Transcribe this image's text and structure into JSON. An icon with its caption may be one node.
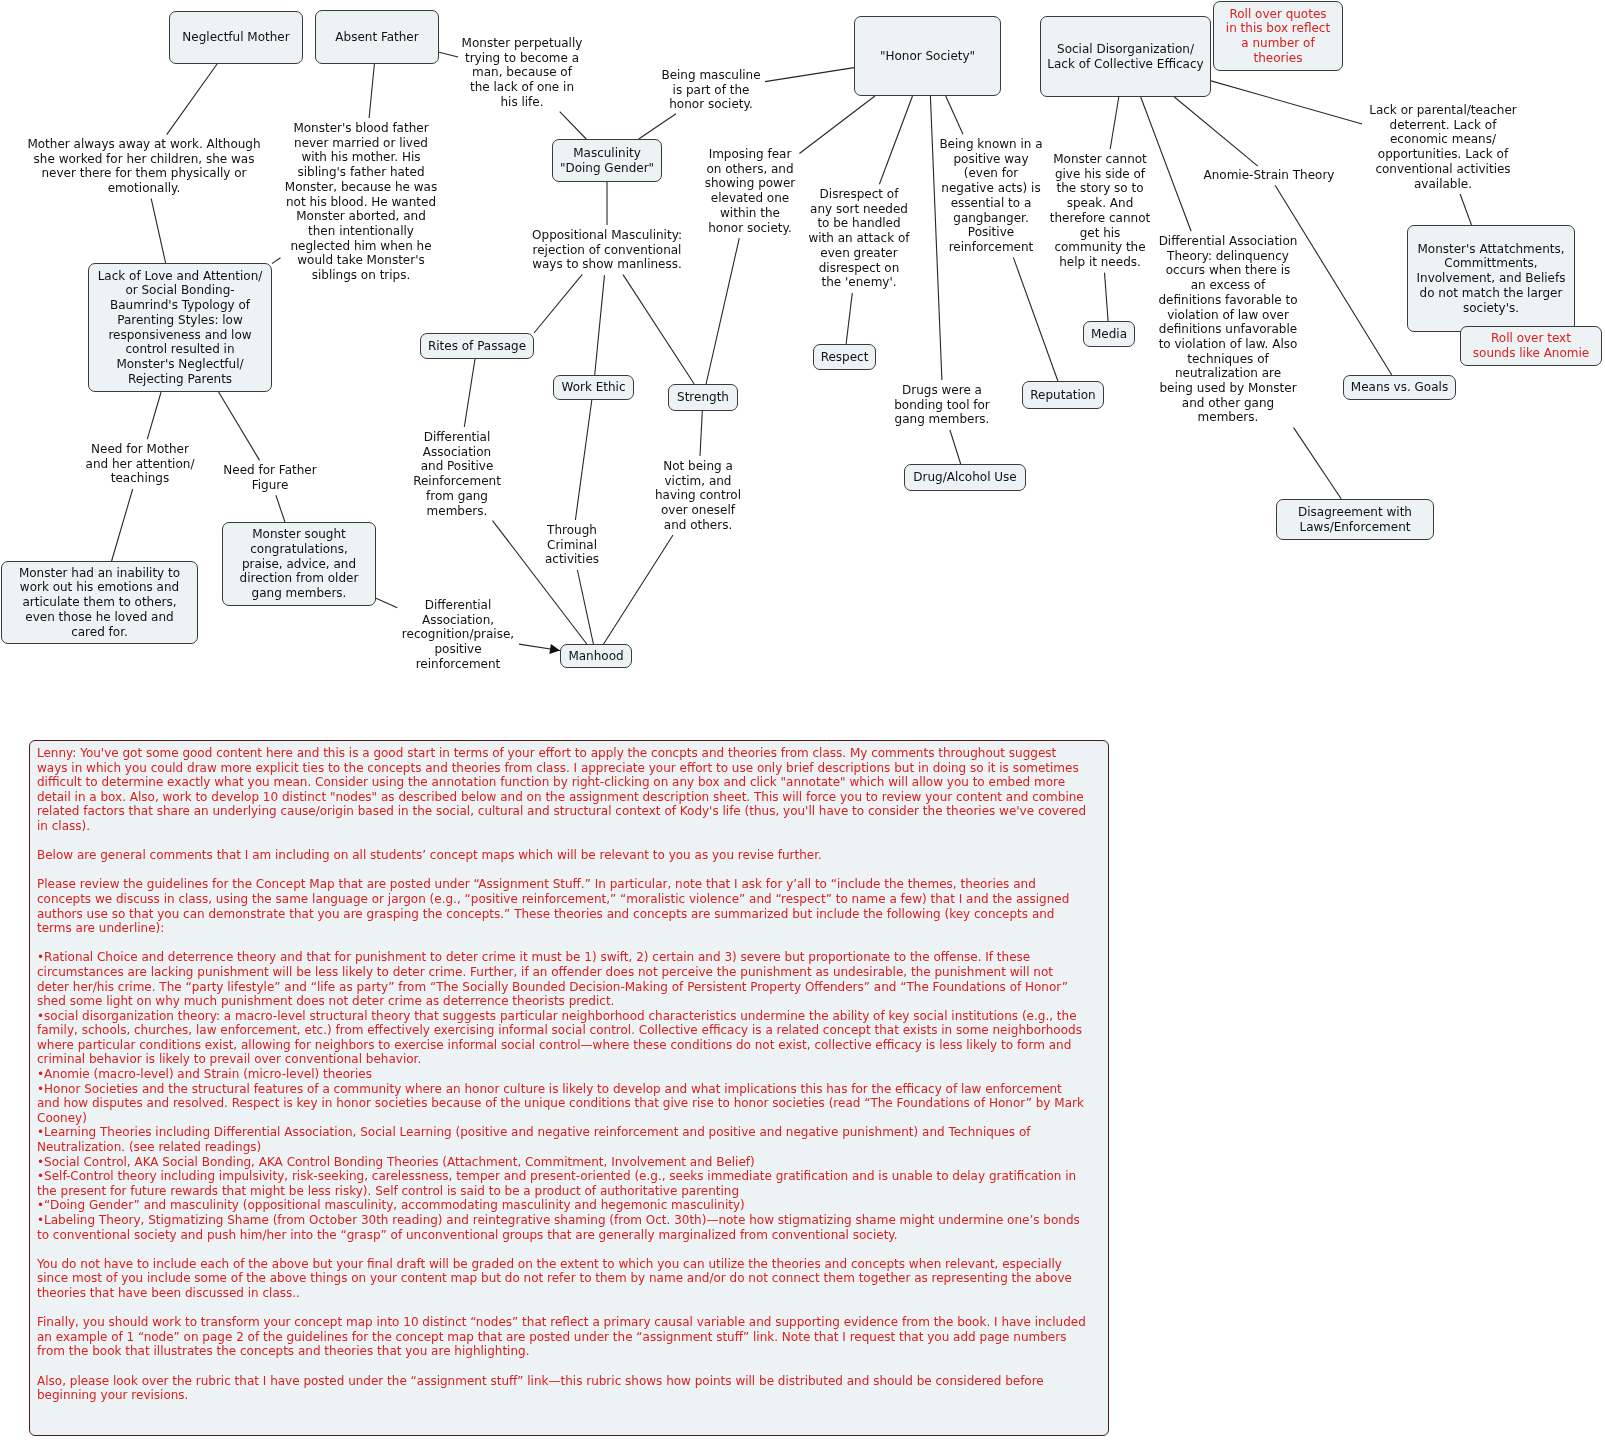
{
  "diagram": {
    "nodes": [
      {
        "text": [
          "Neglectful Mother"
        ]
      },
      {
        "text": [
          "Absent Father"
        ]
      },
      {
        "text": [
          "Monster perpetually trying to become a man, because of the lack of one in his life."
        ]
      },
      {
        "text": [
          "Being masculine is part of the honor society."
        ]
      },
      {
        "text": [
          "\"Honor Society\""
        ]
      },
      {
        "text": [
          "Social Disorganization/ Lack of Collective Efficacy"
        ]
      },
      {
        "text": [
          "Roll over quotes in this box reflect a number of theories"
        ]
      },
      {
        "text": [
          "Lack or parental/teacher deterrent. Lack of economic means/ opportunities. Lack of conventional activities available."
        ]
      },
      {
        "text": [
          "Mother always away at work. Although she worked for her children, she was never there for them physically or emotionally."
        ]
      },
      {
        "text": [
          "Monster's blood father never married or lived with his mother. His sibling's father hated Monster, because he was not his blood. He wanted Monster aborted, and then intentionally neglected him when he would take Monster's siblings on trips."
        ]
      },
      {
        "text": [
          "Masculinity \"Doing Gender\""
        ]
      },
      {
        "text": [
          "Imposing fear on others, and showing power elevated one within the honor society."
        ]
      },
      {
        "text": [
          "Being known in a positive way (even for negative acts) is essential to a gangbanger. Positive reinforcement"
        ]
      },
      {
        "text": [
          "Monster cannot give his side of the story so to speak. And therefore cannot get his community the help it needs."
        ]
      },
      {
        "text": [
          "Anomie-Strain Theory"
        ]
      },
      {
        "text": [
          "Disrespect of any sort needed to be handled with an attack of even greater disrespect on the 'enemy'."
        ]
      },
      {
        "text": [
          "Oppositional Masculinity: rejection of conventional ways to show manliness."
        ]
      },
      {
        "text": [
          "Monster's Attatchments, Committments, Involvement, and Beliefs do not match the larger society's."
        ]
      },
      {
        "text": [
          "Differential Association Theory: delinquency occurs when there is an excess of definitions favorable to violation of law over definitions unfavorable to violation of law. Also techniques of neutralization are being used by Monster and other gang members."
        ]
      },
      {
        "text": [
          "Lack of Love and Attention/ or Social Bonding- Baumrind's Typology of Parenting Styles: low responsiveness and low control resulted in Monster's Neglectful/ Rejecting Parents"
        ]
      },
      {
        "text": [
          "Roll over text sounds like Anomie"
        ]
      },
      {
        "text": [
          "Rites of Passage"
        ]
      },
      {
        "text": [
          "Media"
        ]
      },
      {
        "text": [
          "Respect"
        ]
      },
      {
        "text": [
          "Work Ethic"
        ]
      },
      {
        "text": [
          "Means vs. Goals"
        ]
      },
      {
        "text": [
          "Reputation"
        ]
      },
      {
        "text": [
          "Strength"
        ]
      },
      {
        "text": [
          "Drugs were a bonding tool for gang members."
        ]
      },
      {
        "text": [
          "Differential Association and Positive Reinforcement from gang members."
        ]
      },
      {
        "text": [
          "Need for Mother and her attention/ teachings"
        ]
      },
      {
        "text": [
          "Drug/Alcohol Use"
        ]
      },
      {
        "text": [
          "Need for Father Figure"
        ]
      },
      {
        "text": [
          "Not being a victim, and having control over oneself and others."
        ]
      },
      {
        "text": [
          "Disagreement with Laws/Enforcement"
        ]
      },
      {
        "text": [
          "Monster sought congratulations, praise, advice, and direction from older gang members."
        ]
      },
      {
        "text": [
          "Through Criminal activities"
        ]
      },
      {
        "text": [
          "Monster had an inability to work out his emotions and articulate them to others, even those he loved and cared for."
        ]
      },
      {
        "text": [
          "Differential Association, recognition/praise, positive reinforcement"
        ]
      },
      {
        "text": [
          "Manhood"
        ]
      },
      {
        "text": [
          "Lenny: You've got some good content here and this is a good start in terms of your effort to apply the concpts and theories from class. My comments throughout suggest ways in which you could draw more explicit ties to the concepts and theories from class. I appreciate your effort to use only brief descriptions but in doing so it is sometimes difficult to determine exactly what you mean. Consider using the annotation function by right-clicking on any box and click \"annotate\" which will allow you to embed more detail in a box. Also, work to develop 10 distinct \"nodes\" as described below and on the assignment description sheet. This will force you to review your content and combine related factors that share an underlying cause/origin based in the social, cultural and structural context of Kody's life (thus, you'll have to consider the theories we've covered in class).",
          "Below are general comments that I am including on all students’ concept maps which will be relevant to you as you revise further.",
          "Please review the guidelines for the Concept Map that are posted under “Assignment Stuff.” In particular, note that I ask for y’all to “include the themes, theories and concepts we discuss in class, using the same language or jargon (e.g., “positive reinforcement,” “moralistic violence” and “respect” to name a few) that I and the assigned authors use so that you can demonstrate that you are grasping the concepts.” These theories and concepts are summarized but include the following (key concepts and terms are underline):",
          "•Rational Choice and deterrence theory and that for punishment to deter crime it must be 1) swift, 2) certain and 3) severe but proportionate to the offense. If these circumstances are lacking punishment will be less likely to deter crime. Further, if an offender does not perceive the punishment as undesirable, the punishment will not deter her/his crime. The “party lifestyle” and “life as party” from “The Socially Bounded Decision-Making of Persistent Property Offenders” and “The Foundations of Honor” shed some light on why much punishment does not deter crime as deterrence theorists predict.",
          "•social disorganization theory: a macro-level structural theory that suggests particular neighborhood characteristics undermine the ability of key social institutions (e.g., the family, schools, churches, law enforcement, etc.) from effectively exercising informal social control. Collective efficacy is a related concept that exists in some neighborhoods where particular conditions exist, allowing for neighbors to exercise informal social control—where these conditions do not exist, collective efficacy is less likely to form and criminal behavior is likely to prevail over conventional behavior.",
          "•Anomie (macro-level) and Strain (micro-level) theories",
          "•Honor Societies and the structural features of a community where an honor culture is likely to develop and what implications this has for the efficacy of law enforcement and how disputes and resolved. Respect is key in honor societies because of the unique conditions that give rise to honor societies (read “The Foundations of Honor” by Mark Cooney)",
          "•Learning Theories including Differential Association, Social Learning (positive and negative reinforcement and positive and negative punishment) and Techniques of Neutralization. (see related readings)",
          "•Social Control, AKA Social Bonding, AKA Control Bonding Theories (Attachment, Commitment, Involvement and Belief)",
          "•Self-Control theory including impulsivity, risk-seeking, carelessness, temper and present-oriented (e.g., seeks immediate gratification and is unable to delay gratification in the present for future rewards that might be less risky). Self control is said to be a product of authoritative parenting",
          "•“Doing Gender” and masculinity (oppositional masculinity, accommodating masculinity and hegemonic masculinity)",
          "•Labeling Theory, Stigmatizing Shame (from October 30th reading) and reintegrative shaming (from Oct. 30th)—note how stigmatizing shame might undermine one’s bonds to conventional society and push him/her into the “grasp” of unconventional groups that are generally marginalized from conventional society.",
          "You do not have to include each of the above but your final draft will be graded on the extent to which you can utilize the theories and concepts when relevant, especially since most of you include some of the above things on your content map but do not refer to them by name and/or do not connect them together as representing the above theories that have been discussed in class..",
          "Finally, you should work to transform your concept map into 10 distinct “nodes” that reflect a primary causal variable and supporting evidence from the book. I have included an example of 1 “node” on page 2 of the guidelines for the concept map that are posted under the “assignment stuff” link. Note that I request that you add page numbers from the book that illustrates the concepts and theories that you are highlighting.",
          "Also, please look over the rubric that I have posted under the “assignment stuff” link—this rubric shows how points will be distributed and should be considered before beginning your revisions."
        ]
      }
    ],
    "edges": [
      {
        "from": 0,
        "to": 8,
        "arrow": "none"
      },
      {
        "from": 8,
        "to": 19,
        "arrow": "none"
      },
      {
        "from": 1,
        "to": 9,
        "arrow": "none"
      },
      {
        "from": 9,
        "to": 19,
        "arrow": "none"
      },
      {
        "from": 1,
        "to": 2,
        "arrow": "none"
      },
      {
        "from": 2,
        "to": 10,
        "arrow": "none"
      },
      {
        "from": 4,
        "to": 3,
        "arrow": "none"
      },
      {
        "from": 3,
        "to": 10,
        "arrow": "none"
      },
      {
        "from": 10,
        "to": 16,
        "arrow": "none"
      },
      {
        "from": 16,
        "to": 21,
        "arrow": "none"
      },
      {
        "from": 16,
        "to": 24,
        "arrow": "none"
      },
      {
        "from": 16,
        "to": 27,
        "arrow": "none"
      },
      {
        "from": 4,
        "to": 11,
        "arrow": "none"
      },
      {
        "from": 11,
        "to": 27,
        "arrow": "none"
      },
      {
        "from": 4,
        "to": 15,
        "arrow": "none"
      },
      {
        "from": 15,
        "to": 23,
        "arrow": "none"
      },
      {
        "from": 4,
        "to": 28,
        "arrow": "none"
      },
      {
        "from": 28,
        "to": 31,
        "arrow": "none"
      },
      {
        "from": 4,
        "to": 12,
        "arrow": "none"
      },
      {
        "from": 12,
        "to": 26,
        "arrow": "none"
      },
      {
        "from": 5,
        "to": 13,
        "arrow": "none"
      },
      {
        "from": 13,
        "to": 22,
        "arrow": "none"
      },
      {
        "from": 5,
        "to": 18,
        "arrow": "none"
      },
      {
        "from": 18,
        "to": 34,
        "arrow": "none"
      },
      {
        "from": 5,
        "to": 14,
        "arrow": "none"
      },
      {
        "from": 14,
        "to": 25,
        "arrow": "none"
      },
      {
        "from": 5,
        "to": 7,
        "arrow": "none"
      },
      {
        "from": 7,
        "to": 17,
        "arrow": "none"
      },
      {
        "from": 19,
        "to": 30,
        "arrow": "none"
      },
      {
        "from": 30,
        "to": 37,
        "arrow": "none"
      },
      {
        "from": 19,
        "to": 32,
        "arrow": "none"
      },
      {
        "from": 32,
        "to": 35,
        "arrow": "none"
      },
      {
        "from": 21,
        "to": 29,
        "arrow": "none"
      },
      {
        "from": 29,
        "to": 39,
        "arrow": "none"
      },
      {
        "from": 24,
        "to": 36,
        "arrow": "none"
      },
      {
        "from": 36,
        "to": 39,
        "arrow": "none"
      },
      {
        "from": 27,
        "to": 33,
        "arrow": "none"
      },
      {
        "from": 33,
        "to": 39,
        "arrow": "none"
      },
      {
        "from": 35,
        "to": 38,
        "arrow": "none"
      },
      {
        "from": 38,
        "to": 39,
        "arrow": "to"
      }
    ]
  }
}
